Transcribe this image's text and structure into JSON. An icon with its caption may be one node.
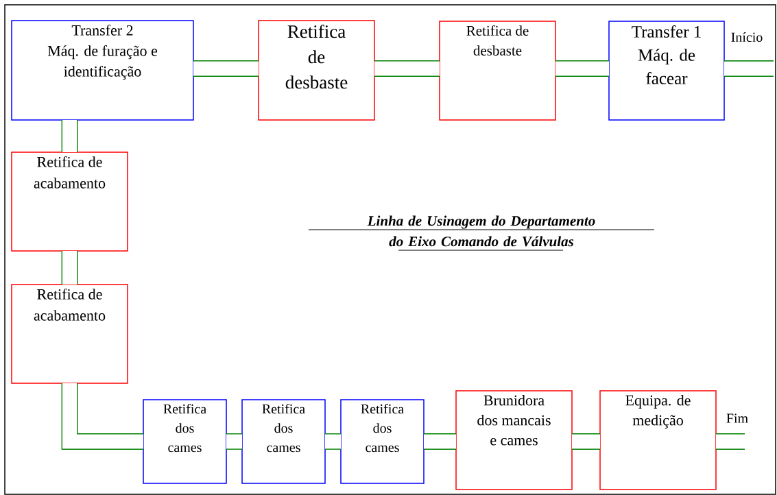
{
  "diagram": {
    "title": "Linha de Usinagem do Departamento do Eixo Comando de Válvulas",
    "nodes": [
      {
        "text": [
          "Transfer 2",
          "Máq. de furação e identificação"
        ]
      },
      {
        "text": [
          "Retifica de desbaste"
        ]
      },
      {
        "text": [
          "Retifica de desbaste"
        ]
      },
      {
        "text": [
          "Transfer 1",
          "Máq. de facear"
        ]
      },
      {
        "text": [
          "Retifica de acabamento"
        ]
      },
      {
        "text": [
          "Retifica de acabamento"
        ]
      },
      {
        "text": [
          "Retifica dos cames"
        ]
      },
      {
        "text": [
          "Retifica dos cames"
        ]
      },
      {
        "text": [
          "Retifica dos cames"
        ]
      },
      {
        "text": [
          "Brunidora dos mancais e cames"
        ]
      },
      {
        "text": [
          "Equipa. de medição"
        ]
      }
    ],
    "edges": [
      {
        "from": null,
        "to": 3,
        "arrow": "none",
        "label": "Início"
      },
      {
        "from": 3,
        "to": 2,
        "arrow": "none"
      },
      {
        "from": 2,
        "to": 1,
        "arrow": "none"
      },
      {
        "from": 1,
        "to": 0,
        "arrow": "none"
      },
      {
        "from": 0,
        "to": 4,
        "arrow": "none"
      },
      {
        "from": 4,
        "to": 5,
        "arrow": "none"
      },
      {
        "from": 5,
        "to": 6,
        "arrow": "none"
      },
      {
        "from": 6,
        "to": 7,
        "arrow": "none"
      },
      {
        "from": 7,
        "to": 8,
        "arrow": "none"
      },
      {
        "from": 8,
        "to": 9,
        "arrow": "none"
      },
      {
        "from": 9,
        "to": 10,
        "arrow": "none"
      },
      {
        "from": 10,
        "to": null,
        "arrow": "none",
        "label": "Fim"
      }
    ]
  }
}
